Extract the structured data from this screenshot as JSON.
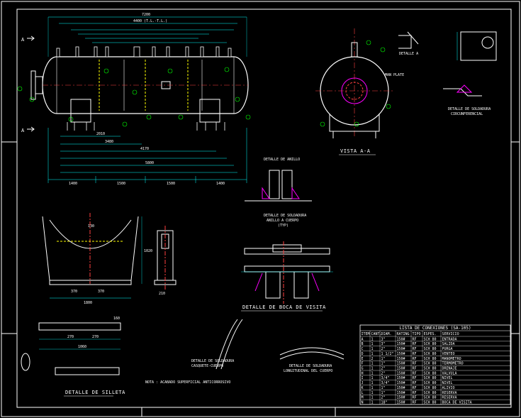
{
  "colors": {
    "background": "#000000",
    "linework": "#ffffff",
    "dimension": "#00ffff",
    "hidden": "#ffff00",
    "annotation": "#00ff00",
    "centerline": "#ff4040",
    "highlight": "#ff00ff",
    "secondary": "#5b7bff"
  },
  "labels": {
    "section_a": "A",
    "section_a_bottom": "A",
    "vista": "VISTA A-A",
    "detalle_anillo": "DETALLE DE ANILLO",
    "detalle_boca": "DETALLE DE BOCA DE VISITA",
    "detalle_silleta": "DETALLE DE SILLETA",
    "detalle_soldadura_plancha": "DETALLE DE SOLDADURA",
    "detalle_soldadura_plancha_sub": "CIRCUNFERENCIAL",
    "detalle_soldadura_anillo": "DETALLE DE SOLDADURA",
    "detalle_soldadura_anillo_sub": "ANILLO A CUERPO",
    "detalle_soldadura_casquete": "DETALLE DE SOLDADURA",
    "detalle_soldadura_casquete_sub": "CASQUETE-CUERPO",
    "detalle_soldadura_long": "DETALLE DE SOLDADURA",
    "detalle_soldadura_long_sub": "LONGITUDINAL DEL CUERPO",
    "detalle_a": "DETALLE A",
    "nota": "NOTA : ACABADO SUPERFICIAL ANTICORROSIVO",
    "manhole": "MAN PLATE",
    "typ": "(TYP)"
  },
  "dimensions": {
    "overall_top": "7200",
    "overall_sub": "4400 (T.L.-T.L.)",
    "bottom_1": "1400",
    "bottom_2": "1500",
    "bottom_3": "1500",
    "bottom_4": "1400",
    "total_lower": "5800",
    "span_4170": "4170",
    "span_3480": "3480",
    "span_2010": "2010",
    "saddle_width": "1800",
    "saddle_inner_left": "370",
    "saddle_inner_right": "370",
    "saddle_plate_a": "1060",
    "saddle_plate_b": "270",
    "saddle_plate_c": "270",
    "saddle_plate_d": "160",
    "saddle_height": "1020",
    "saddle_side": "210",
    "saddle_web": "130"
  },
  "table": {
    "title": "LISTA DE CONEXIONES (SA-105)",
    "headers": [
      "ITEM",
      "CANT.",
      "DIAM.",
      "RATING",
      "TIPO",
      "ESPES.",
      "SERVICIO"
    ],
    "rows": [
      [
        "A",
        "1",
        "3\"",
        "150#",
        "RF",
        "SCH 80",
        "ENTRADA"
      ],
      [
        "B",
        "1",
        "3\"",
        "150#",
        "RF",
        "SCH 80",
        "SALIDA"
      ],
      [
        "C",
        "1",
        "2\"",
        "150#",
        "RF",
        "SCH 80",
        "PURGA"
      ],
      [
        "D",
        "1",
        "1 1/2\"",
        "150#",
        "RF",
        "SCH 80",
        "VENTEO"
      ],
      [
        "E",
        "2",
        "1\"",
        "150#",
        "RF",
        "SCH 80",
        "MANOMETRO"
      ],
      [
        "F",
        "1",
        "1\"",
        "150#",
        "RF",
        "SCH 80",
        "TERMOMETRO"
      ],
      [
        "G",
        "1",
        "2\"",
        "150#",
        "RF",
        "SCH 80",
        "DRENAJE"
      ],
      [
        "H",
        "1",
        "2\"",
        "150#",
        "RF",
        "SCH 80",
        "VALVULA"
      ],
      [
        "I",
        "1",
        "3/4\"",
        "150#",
        "RF",
        "SCH 80",
        "NIVEL"
      ],
      [
        "J",
        "1",
        "3/4\"",
        "150#",
        "RF",
        "SCH 80",
        "NIVEL"
      ],
      [
        "K",
        "1",
        "1\"",
        "150#",
        "RF",
        "SCH 80",
        "ALIVIO"
      ],
      [
        "L",
        "1",
        "1\"",
        "150#",
        "RF",
        "SCH 80",
        "RESERVA"
      ],
      [
        "M",
        "1",
        "2\"",
        "150#",
        "RF",
        "SCH 80",
        "RESERVA"
      ],
      [
        "N",
        "1",
        "18\"",
        "150#",
        "RF",
        "SCH 80",
        "BOCA DE VISITA"
      ]
    ]
  }
}
